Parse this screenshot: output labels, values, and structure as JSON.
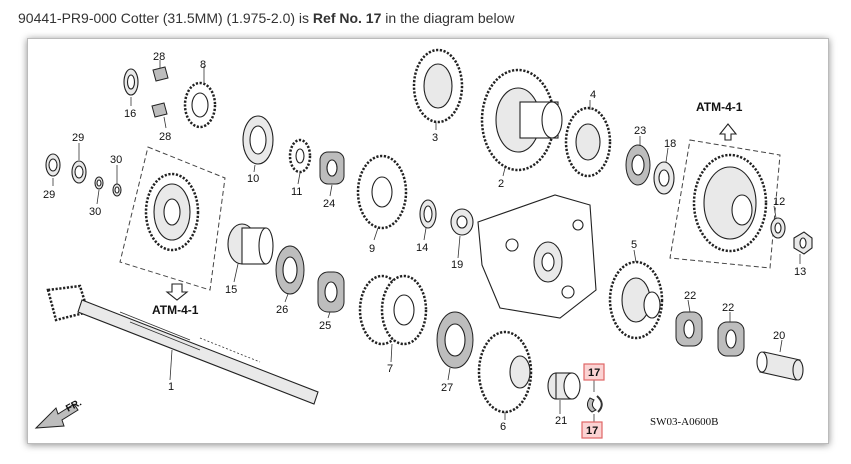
{
  "caption": {
    "part_number": "90441-PR9-000 Cotter (31.5MM) (1.975-2.0) is ",
    "ref_text": "Ref No. 17",
    "suffix": " in the diagram below"
  },
  "diagram": {
    "atm_top": "ATM-4-1",
    "atm_left": "ATM-4-1",
    "code": "SW03-A0600B",
    "front_label": "FR.",
    "highlight_ref": "17",
    "labels": {
      "l28a": "28",
      "l8": "8",
      "l16": "16",
      "l28b": "28",
      "l29a": "29",
      "l30a": "30",
      "l29b": "29",
      "l30b": "30",
      "l10": "10",
      "l11": "11",
      "l24": "24",
      "l9": "9",
      "l3": "3",
      "l2": "2",
      "l4": "4",
      "l23": "23",
      "l18": "18",
      "l12": "12",
      "l13": "13",
      "l14": "14",
      "l19": "19",
      "l5": "5",
      "l15": "15",
      "l26": "26",
      "l25": "25",
      "l7": "7",
      "l27": "27",
      "l6": "6",
      "l21": "21",
      "l22a": "22",
      "l22b": "22",
      "l20": "20",
      "l1": "1",
      "l17a": "17",
      "l17b": "17"
    }
  }
}
